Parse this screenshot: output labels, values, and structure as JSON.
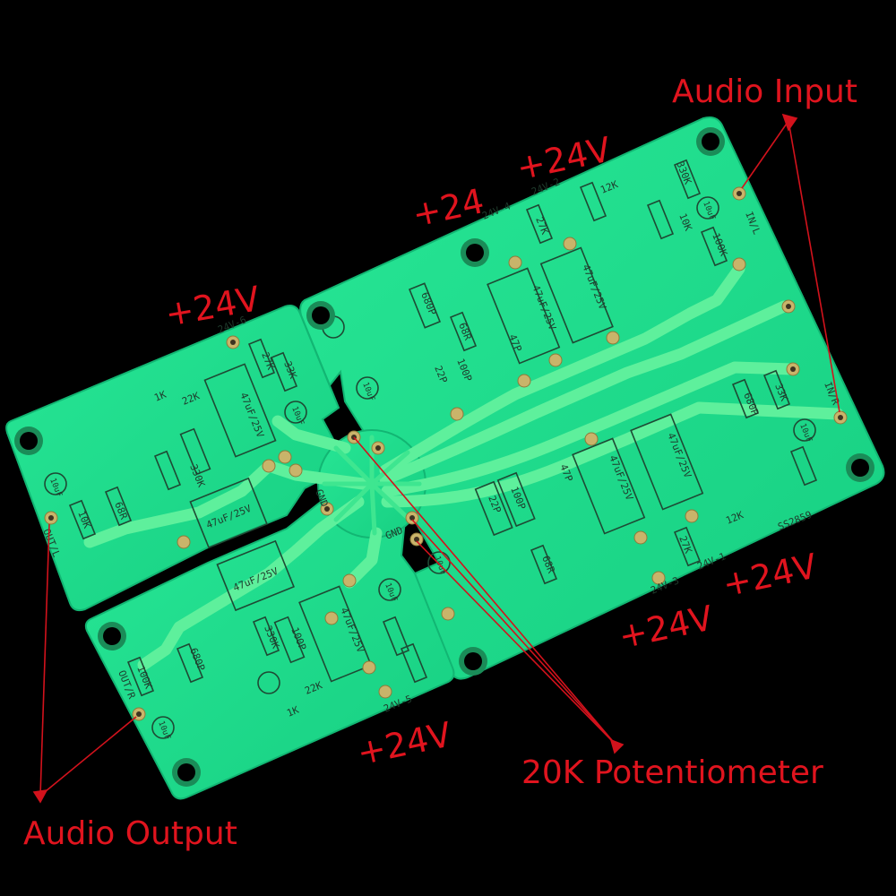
{
  "image": {
    "background_color": "#000000",
    "board_color": "#1fdc8c",
    "trace_color": "#62ec9e",
    "annotation_color": "#e0141e"
  },
  "callouts": {
    "audio_input": "Audio Input",
    "audio_output": "Audio Output",
    "potentiometer": "20K Potentiometer",
    "v24_top_left": "+24V",
    "v24_top_center_a": "+24",
    "v24_top_center_b": "+24V",
    "v24_bottom_center": "+24V",
    "v24_bottom_right_a": "+24V",
    "v24_bottom_right_b": "+24V"
  },
  "silkscreen": {
    "in_l": "IN/L",
    "in_r": "IN/R",
    "out_l": "OUT/L",
    "out_r": "OUT/R",
    "gnd_1": "GND",
    "gnd_2": "GND",
    "board_id": "SS2859",
    "rail_1": "24V-1",
    "rail_2": "24V-2",
    "rail_3": "24V-3",
    "rail_4": "24V-4",
    "rail_5": "24V-5",
    "rail_6": "24V-6",
    "cap_big": "47uF/25V",
    "cap_small": "10uF",
    "r_1k": "1K",
    "r_10k": "10K",
    "r_12k": "12K",
    "r_22k": "22K",
    "r_27k": "27K",
    "r_33k": "33K",
    "r_330k": "330K",
    "r_68r": "68R",
    "r_100k": "100K",
    "c_22p": "22P",
    "c_100p": "100P",
    "c_680p": "680P",
    "c_47p": "47P"
  }
}
